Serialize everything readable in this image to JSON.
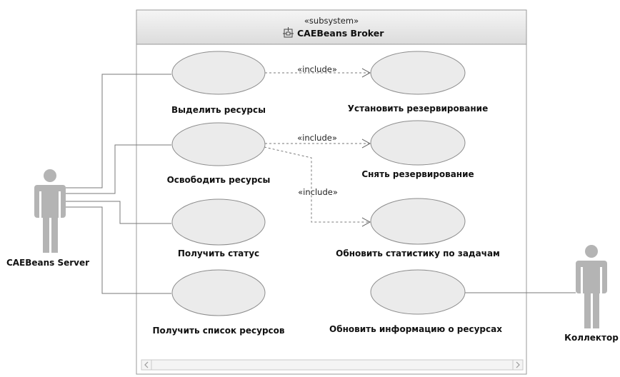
{
  "subsystem": {
    "stereotype": "«subsystem»",
    "name": "CAEBeans Broker",
    "icon": "subsystem-icon"
  },
  "actors": [
    {
      "id": "caebeans-server",
      "name": "CAEBeans Server"
    },
    {
      "id": "collector",
      "name": "Коллектор"
    }
  ],
  "use_cases": [
    {
      "id": "allocate",
      "label": "Выделить ресурсы"
    },
    {
      "id": "reserve",
      "label": "Установить резервирование"
    },
    {
      "id": "release",
      "label": "Освободить ресурсы"
    },
    {
      "id": "unreserve",
      "label": "Снять резервирование"
    },
    {
      "id": "status",
      "label": "Получить статус"
    },
    {
      "id": "update-stats",
      "label": "Обновить статистику по задачам"
    },
    {
      "id": "resource-list",
      "label": "Получить список ресурсов"
    },
    {
      "id": "update-info",
      "label": "Обновить информацию о ресурсах"
    }
  ],
  "associations": [
    {
      "actor": "caebeans-server",
      "use_case": "allocate"
    },
    {
      "actor": "caebeans-server",
      "use_case": "release"
    },
    {
      "actor": "caebeans-server",
      "use_case": "status"
    },
    {
      "actor": "caebeans-server",
      "use_case": "resource-list"
    },
    {
      "actor": "collector",
      "use_case": "update-info"
    }
  ],
  "includes": [
    {
      "from": "allocate",
      "to": "reserve",
      "label": "«include»"
    },
    {
      "from": "release",
      "to": "unreserve",
      "label": "«include»"
    },
    {
      "from": "release",
      "to": "update-stats",
      "label": "«include»"
    }
  ],
  "colors": {
    "ellipse_fill": "#ebebeb",
    "ellipse_stroke": "#8c8c8c",
    "actor_fill": "#b4b4b4",
    "line": "#7a7a7a",
    "border": "#9a9a9a",
    "header_top": "#f5f5f5",
    "header_bottom": "#dcdcdc"
  }
}
